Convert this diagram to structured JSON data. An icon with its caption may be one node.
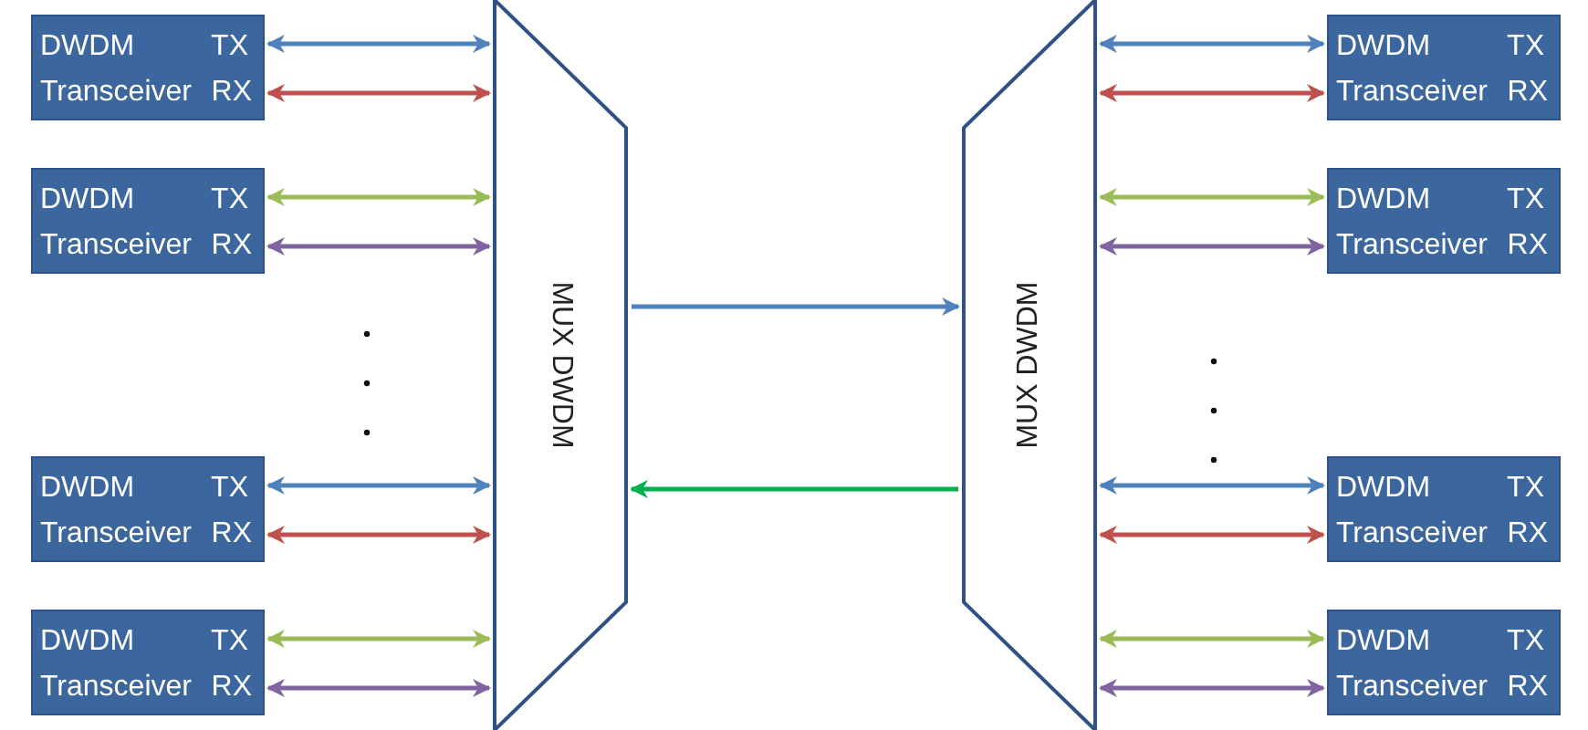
{
  "diagram": {
    "nodes": [
      {
        "text": [
          "DWDM Transceiver",
          "TX",
          "RX"
        ]
      },
      {
        "text": [
          "DWDM Transceiver",
          "TX",
          "RX"
        ]
      },
      {
        "text": [
          "DWDM Transceiver",
          "TX",
          "RX"
        ]
      },
      {
        "text": [
          "DWDM Transceiver",
          "TX",
          "RX"
        ]
      },
      {
        "text": [
          "MUX DWDM"
        ]
      },
      {
        "text": [
          "MUX DWDM"
        ]
      },
      {
        "text": [
          "DWDM Transceiver",
          "TX",
          "RX"
        ]
      },
      {
        "text": [
          "DWDM Transceiver",
          "TX",
          "RX"
        ]
      },
      {
        "text": [
          "DWDM Transceiver",
          "TX",
          "RX"
        ]
      },
      {
        "text": [
          "DWDM Transceiver",
          "TX",
          "RX"
        ]
      }
    ],
    "edges": [
      {
        "from": 0,
        "to": 4,
        "arrow": "both",
        "color": "#4f81bd"
      },
      {
        "from": 0,
        "to": 4,
        "arrow": "both",
        "color": "#c0504d"
      },
      {
        "from": 1,
        "to": 4,
        "arrow": "both",
        "color": "#9bbb59"
      },
      {
        "from": 1,
        "to": 4,
        "arrow": "both",
        "color": "#8064a2"
      },
      {
        "from": 2,
        "to": 4,
        "arrow": "both",
        "color": "#4f81bd"
      },
      {
        "from": 2,
        "to": 4,
        "arrow": "both",
        "color": "#c0504d"
      },
      {
        "from": 3,
        "to": 4,
        "arrow": "both",
        "color": "#9bbb59"
      },
      {
        "from": 3,
        "to": 4,
        "arrow": "both",
        "color": "#8064a2"
      },
      {
        "from": 4,
        "to": 5,
        "arrow": "to",
        "color": "#4f81bd"
      },
      {
        "from": 5,
        "to": 4,
        "arrow": "to",
        "color": "#00b050"
      },
      {
        "from": 5,
        "to": 6,
        "arrow": "both",
        "color": "#4f81bd"
      },
      {
        "from": 5,
        "to": 6,
        "arrow": "both",
        "color": "#c0504d"
      },
      {
        "from": 5,
        "to": 7,
        "arrow": "both",
        "color": "#9bbb59"
      },
      {
        "from": 5,
        "to": 7,
        "arrow": "both",
        "color": "#8064a2"
      },
      {
        "from": 5,
        "to": 8,
        "arrow": "both",
        "color": "#4f81bd"
      },
      {
        "from": 5,
        "to": 8,
        "arrow": "both",
        "color": "#c0504d"
      },
      {
        "from": 5,
        "to": 9,
        "arrow": "both",
        "color": "#9bbb59"
      },
      {
        "from": 5,
        "to": 9,
        "arrow": "both",
        "color": "#8064a2"
      }
    ]
  }
}
